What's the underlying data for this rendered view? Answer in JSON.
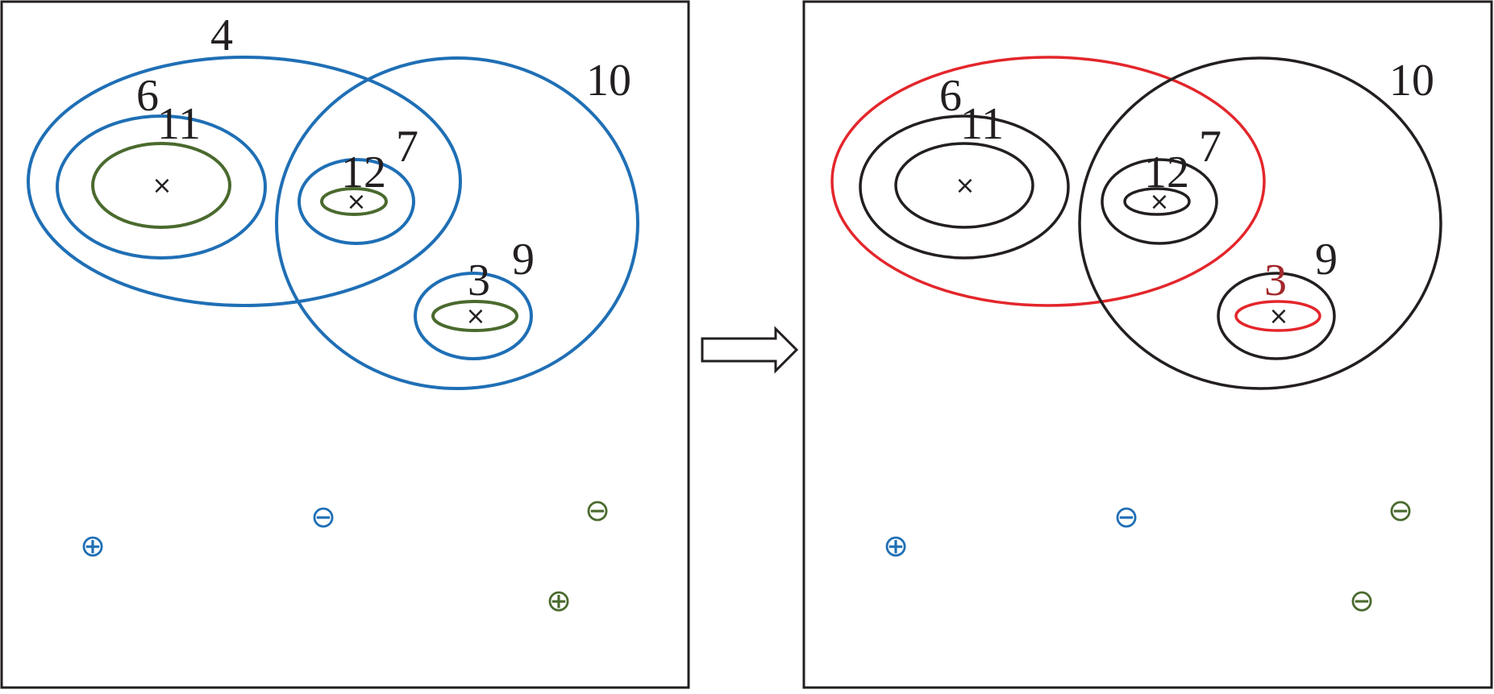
{
  "colors": {
    "blue": "#1f6fb5",
    "green": "#4a6a2e",
    "black": "#231f20",
    "red": "#e3262b",
    "dark_red": "#a3282c"
  },
  "left_panel": {
    "labels": {
      "c4": "4",
      "c10": "10",
      "c6": "6",
      "c11": "11",
      "c12": "12",
      "c7": "7",
      "c3": "3",
      "c9": "9"
    },
    "center_marks": [
      "×",
      "×",
      "×"
    ],
    "signs": {
      "plus_blue": "⊕",
      "minus_blue": "⊖",
      "minus_green": "⊖",
      "plus_green": "⊕"
    }
  },
  "right_panel": {
    "labels": {
      "c10": "10",
      "c6": "6",
      "c11": "11",
      "c12": "12",
      "c7": "7",
      "c3": "3",
      "c9": "9"
    },
    "center_marks": [
      "×",
      "×",
      "×"
    ],
    "signs": {
      "plus_blue": "⊕",
      "minus_blue": "⊖",
      "minus_green_top": "⊖",
      "minus_green_bottom": "⊖"
    }
  },
  "arrow": {
    "direction": "right",
    "icon": "right-arrow-icon"
  }
}
